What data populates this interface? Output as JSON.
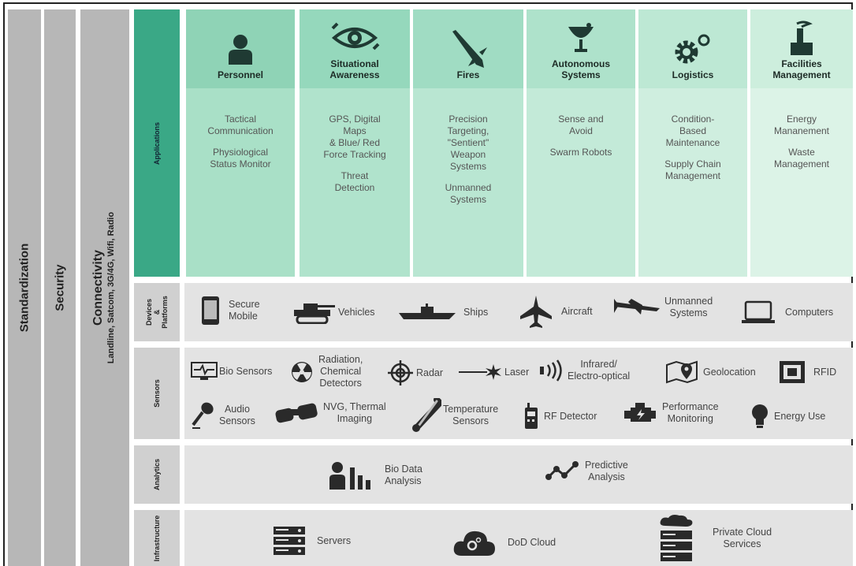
{
  "vertical_bars": {
    "standardization": "Standardization",
    "security": "Security",
    "connectivity": {
      "title": "Connectivity",
      "sub": "Landline, Satcom, 3G/4G, Wifi, Radio"
    }
  },
  "layers": {
    "applications": "Applications",
    "devices": "Devices &\nPlatforms",
    "sensors": "Sensors",
    "analytics": "Analytics",
    "infrastructure": "Infrastructure"
  },
  "applications": [
    {
      "title": "Personnel",
      "items": [
        "Tactical\nCommunication",
        "Physiological\nStatus Monitor"
      ],
      "color": "#8fd3b6",
      "body_color": "#a9e0c7",
      "icon": "person-icon"
    },
    {
      "title": "Situational\nAwareness",
      "items": [
        "GPS, Digital\nMaps\n& Blue/ Red\nForce Tracking",
        "Threat\nDetection"
      ],
      "color": "#95d8bc",
      "body_color": "#b0e3cc",
      "icon": "eye-radar-icon"
    },
    {
      "title": "Fires",
      "items": [
        "Precision\nTargeting,\n\"Sentient\"\nWeapon\nSystems",
        "Unmanned\nSystems"
      ],
      "color": "#a0dcc3",
      "body_color": "#b9e6d2",
      "icon": "missile-icon"
    },
    {
      "title": "Autonomous\nSystems",
      "items": [
        "Sense and\nAvoid",
        "Swarm Robots"
      ],
      "color": "#aee2cb",
      "body_color": "#c3ead8",
      "icon": "satellite-dish-icon"
    },
    {
      "title": "Logistics",
      "items": [
        "Condition-\nBased\nMaintenance",
        "Supply Chain\nManagement"
      ],
      "color": "#bde8d4",
      "body_color": "#cfeedf",
      "icon": "gears-icon"
    },
    {
      "title": "Facilities\nManagement",
      "items": [
        "Energy\nMananement",
        "Waste\nManagement"
      ],
      "color": "#cdeedd",
      "body_color": "#dcf3e7",
      "icon": "factory-icon"
    }
  ],
  "devices": {
    "secure_mobile": "Secure\nMobile",
    "vehicles": "Vehicles",
    "ships": "Ships",
    "aircraft": "Aircraft",
    "unmanned": "Unmanned\nSystems",
    "computers": "Computers"
  },
  "sensors": {
    "bio": "Bio Sensors",
    "radiation": "Radiation,\nChemical\nDetectors",
    "radar": "Radar",
    "laser": "Laser",
    "infrared": "Infrared/\nElectro-optical",
    "geolocation": "Geolocation",
    "rfid": "RFID",
    "audio": "Audio\nSensors",
    "nvg": "NVG, Thermal\nImaging",
    "temperature": "Temperature\nSensors",
    "rf_detector": "RF Detector",
    "performance": "Performance\nMonitoring",
    "energy": "Energy Use"
  },
  "analytics": {
    "bio_data": "Bio Data\nAnalysis",
    "predictive": "Predictive\nAnalysis"
  },
  "infrastructure": {
    "servers": "Servers",
    "dod_cloud": "DoD Cloud",
    "private_cloud": "Private Cloud\nServices"
  }
}
